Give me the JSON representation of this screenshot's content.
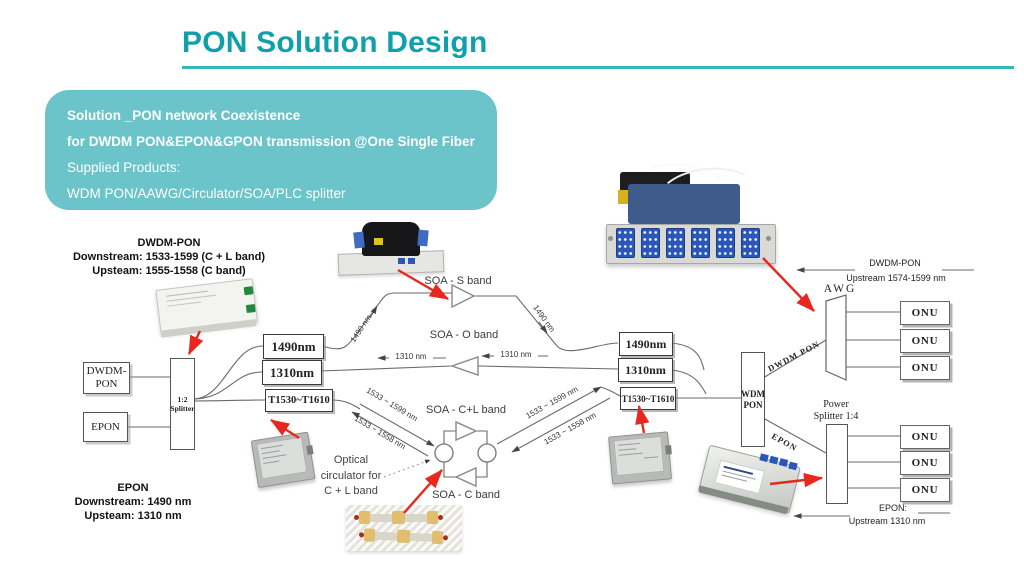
{
  "header": {
    "title": "PON Solution Design"
  },
  "banner": {
    "line1": "Solution _PON network Coexistence",
    "line2": "for DWDM PON&EPON&GPON transmission  @One Single Fiber",
    "line3": "Supplied Products:",
    "line4": "WDM PON/AAWG/Circulator/SOA/PLC splitter"
  },
  "info": {
    "dwdm_left_title": "DWDM-PON",
    "dwdm_left_down": "Downstream: 1533-1599 (C + L band)",
    "dwdm_left_up": "Upsteam: 1555-1558 (C band)",
    "epon_left_title": "EPON",
    "epon_left_down": "Downstream: 1490 nm",
    "epon_left_up": "Upsteam: 1310 nm",
    "dwdm_right_title": "DWDM-PON",
    "dwdm_right_up": "Upstream 1574-1599 nm",
    "epon_right_title": "EPON:",
    "epon_right_up": "Upstream 1310 nm"
  },
  "boxes": {
    "dwdm_line1": "DWDM-",
    "dwdm_line2": "PON",
    "epon": "EPON",
    "splitter_line1": "1:2",
    "splitter_line2": "Splitter",
    "wl_1490": "1490nm",
    "wl_1310": "1310nm",
    "wl_t": "T1530~T1610",
    "wdm_line1": "WDM",
    "wdm_line2": "PON",
    "awg": "AWG",
    "power_line1": "Power",
    "power_line2": "Splitter 1:4",
    "onu": "ONU"
  },
  "soa": {
    "s": "SOA - S band",
    "o": "SOA - O band",
    "cl": "SOA - C+L band",
    "c": "SOA - C band"
  },
  "flows": {
    "f1490": "1490 nm",
    "f1310": "1310 nm",
    "f1599": "1533 ~ 1599 nm",
    "f1558": "1533 ~ 1558 nm",
    "dwdm": "DWDM PON",
    "epon": "EPON"
  },
  "note": {
    "line1": "Optical",
    "line2": "circulator for",
    "line3": "C + L band"
  },
  "colors": {
    "accent": "#0fa0ac",
    "underline": "#35b6bf",
    "banner_bg": "#6ac4ca",
    "red_arrow": "#e8281e",
    "line_gray": "#666666",
    "adapter_blue": "#2a57b8"
  }
}
